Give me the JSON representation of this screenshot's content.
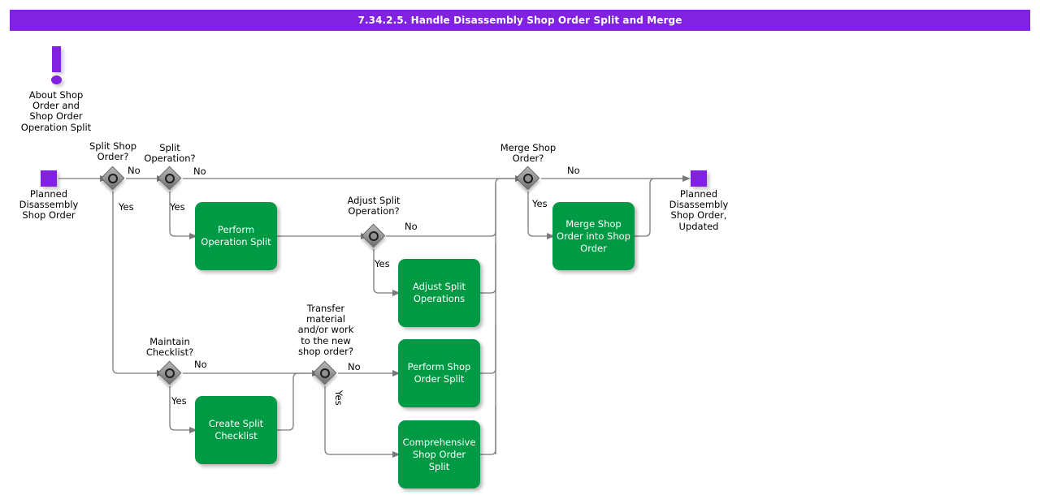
{
  "titlebar": {
    "title": "7.34.2.5. Handle Disassembly Shop Order Split and Merge"
  },
  "colors": {
    "title_bar": "#8022E0",
    "event": "#8022E0",
    "task": "#009944",
    "task_text": "#ffffff",
    "connector": "#7a7a7a",
    "gateway_fill": "#9a9a9a",
    "page_background": "#ffffff"
  },
  "note": {
    "icon": "exclamation-mark-icon",
    "label": "About Shop\nOrder and\nShop Order\nOperation Split"
  },
  "events": {
    "start": {
      "icon": "start-event-square",
      "label": "Planned\nDisassembly\nShop Order"
    },
    "end": {
      "icon": "end-event-square",
      "label": "Planned\nDisassembly\nShop Order,\nUpdated"
    }
  },
  "gateways": [
    {
      "id": "split-shop-order",
      "label": "Split Shop\nOrder?"
    },
    {
      "id": "split-operation",
      "label": "Split\nOperation?"
    },
    {
      "id": "adjust-split-operation",
      "label": "Adjust Split\nOperation?"
    },
    {
      "id": "merge-shop-order",
      "label": "Merge Shop\nOrder?"
    },
    {
      "id": "maintain-checklist",
      "label": "Maintain\nChecklist?"
    },
    {
      "id": "transfer-material",
      "label": "Transfer\nmaterial\nand/or work\nto the new\nshop order?"
    }
  ],
  "tasks": [
    {
      "id": "perform-operation-split",
      "label": "Perform\nOperation Split"
    },
    {
      "id": "adjust-split-operations",
      "label": "Adjust Split\nOperations"
    },
    {
      "id": "merge-shop-order-into-shop-order",
      "label": "Merge Shop\nOrder into Shop\nOrder"
    },
    {
      "id": "create-split-checklist",
      "label": "Create Split\nChecklist"
    },
    {
      "id": "perform-shop-order-split",
      "label": "Perform Shop\nOrder Split"
    },
    {
      "id": "comprehensive-shop-order-split",
      "label": "Comprehensive\nShop Order Split"
    }
  ],
  "edge_labels": {
    "split_shop_order_no": "No",
    "split_shop_order_yes": "Yes",
    "split_operation_no": "No",
    "split_operation_yes": "Yes",
    "adjust_split_operation_no": "No",
    "adjust_split_operation_yes": "Yes",
    "merge_shop_order_no": "No",
    "merge_shop_order_yes": "Yes",
    "maintain_checklist_no": "No",
    "maintain_checklist_yes": "Yes",
    "transfer_material_no": "No",
    "transfer_material_yes": "Yes"
  }
}
